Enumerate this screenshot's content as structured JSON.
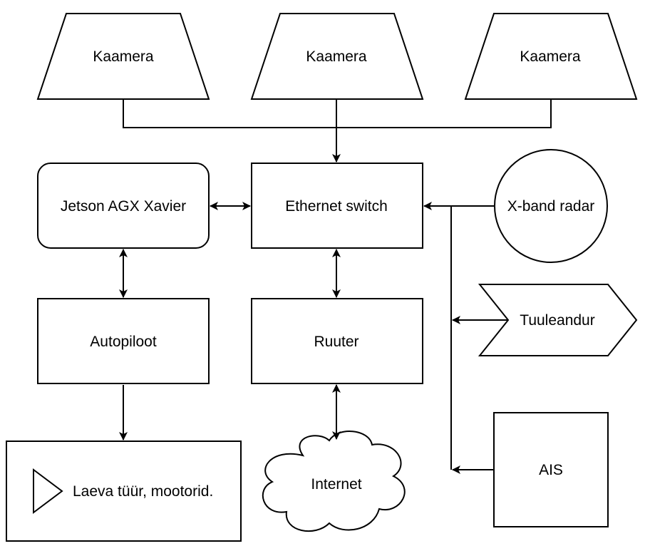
{
  "nodes": {
    "camera_left": "Kaamera",
    "camera_center": "Kaamera",
    "camera_right": "Kaamera",
    "jetson": "Jetson AGX Xavier",
    "ethernet_switch": "Ethernet switch",
    "radar": "X-band radar",
    "wind_sensor": "Tuuleandur",
    "autopilot": "Autopiloot",
    "router": "Ruuter",
    "ship_output": "Laeva tüür, mootorid.",
    "internet": "Internet",
    "ais": "AIS"
  }
}
